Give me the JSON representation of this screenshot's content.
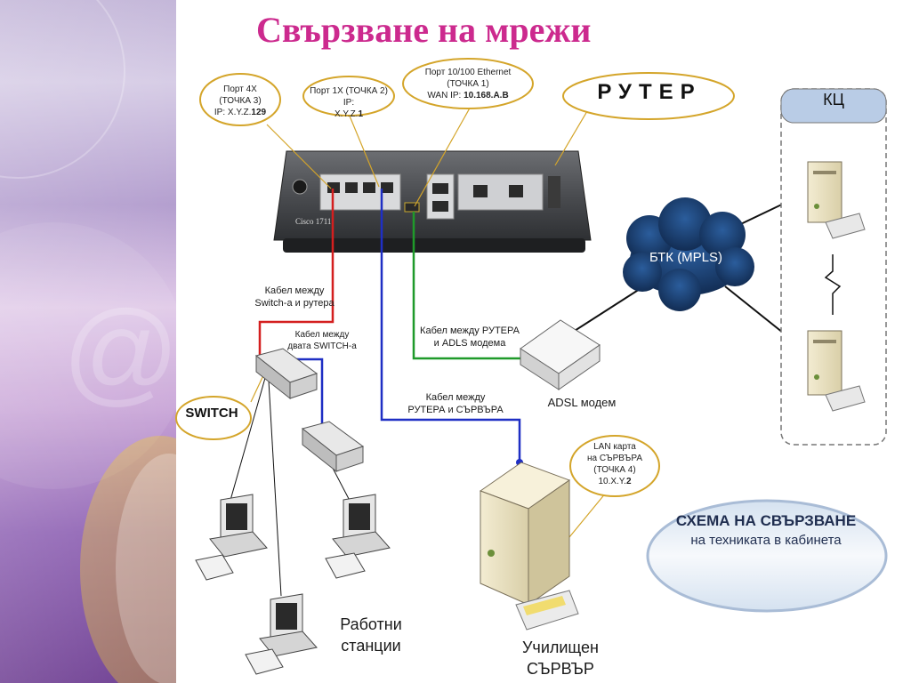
{
  "slide": {
    "title": "Свързване на мрежи"
  },
  "router": {
    "title": "РУТЕР",
    "model_label": "Cisco 1711"
  },
  "callouts": {
    "port4x": {
      "line1": "Порт 4X",
      "line2": "(ТОЧКА 3)",
      "line3": "IP: X.Y.Z.",
      "line3_bold": "129"
    },
    "port1x": {
      "line1": "Порт 1X (ТОЧКА 2) IP:",
      "line2": "X.Y.Z.",
      "line2_bold": "1"
    },
    "wan": {
      "line1": "Порт 10/100 Ethernet",
      "line2": "(ТОЧКА 1)",
      "line3": "WAN IP: ",
      "line3_bold": "10.168.A.B"
    },
    "lan_card": {
      "line1": "LAN карта",
      "line2": "на СЪРВЪРА",
      "line3": "(ТОЧКА 4)",
      "line4": "10.X.Y.",
      "line4_bold": "2"
    }
  },
  "cables": {
    "switch_router": {
      "line1": "Кабел между",
      "line2": "Switch-a и рутера"
    },
    "between_switches": {
      "line1": "Кабел между",
      "line2": "двата SWITCH-а"
    },
    "router_adsl": {
      "line1": "Кабел между РУТЕРА",
      "line2": "и ADLS модема"
    },
    "router_server": {
      "line1": "Кабел между",
      "line2": "РУТЕРА и СЪРВЪРА"
    }
  },
  "labels": {
    "switch": "SWITCH",
    "adsl_modem": "ADSL модем",
    "cloud": "БТК (MPLS)",
    "kc": "КЦ",
    "workstations_line1": "Работни",
    "workstations_line2": "станции",
    "server_line1": "Училищен",
    "server_line2": "СЪРВЪР"
  },
  "schema": {
    "line1": "СХЕМА НА СВЪРЗВАНЕ",
    "line2": "на техниката в кабинета"
  },
  "colors": {
    "title": "#cc2a8e",
    "red_cable": "#d41f1f",
    "blue_cable": "#1f2fc4",
    "green_cable": "#1f9a2a",
    "callout_border": "#d4a52a"
  }
}
